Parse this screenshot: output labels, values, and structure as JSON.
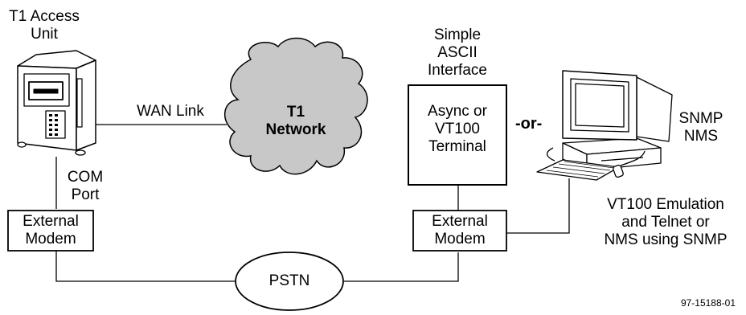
{
  "diagram": {
    "t1_access_unit_label": "T1 Access\nUnit",
    "wan_link_label": "WAN Link",
    "t1_network_label": "T1\nNetwork",
    "com_port_label": "COM\nPort",
    "external_modem_left_label": "External\nModem",
    "external_modem_right_label": "External\nModem",
    "pstn_label": "PSTN",
    "simple_ascii_label": "Simple\nASCII\nInterface",
    "terminal_label": "Async or\nVT100\nTerminal",
    "or_label": "-or-",
    "snmp_nms_label": "SNMP\nNMS",
    "vt100_emulation_label": "VT100 Emulation\nand Telnet or\nNMS using SNMP",
    "figure_id": "97-15188-01"
  }
}
